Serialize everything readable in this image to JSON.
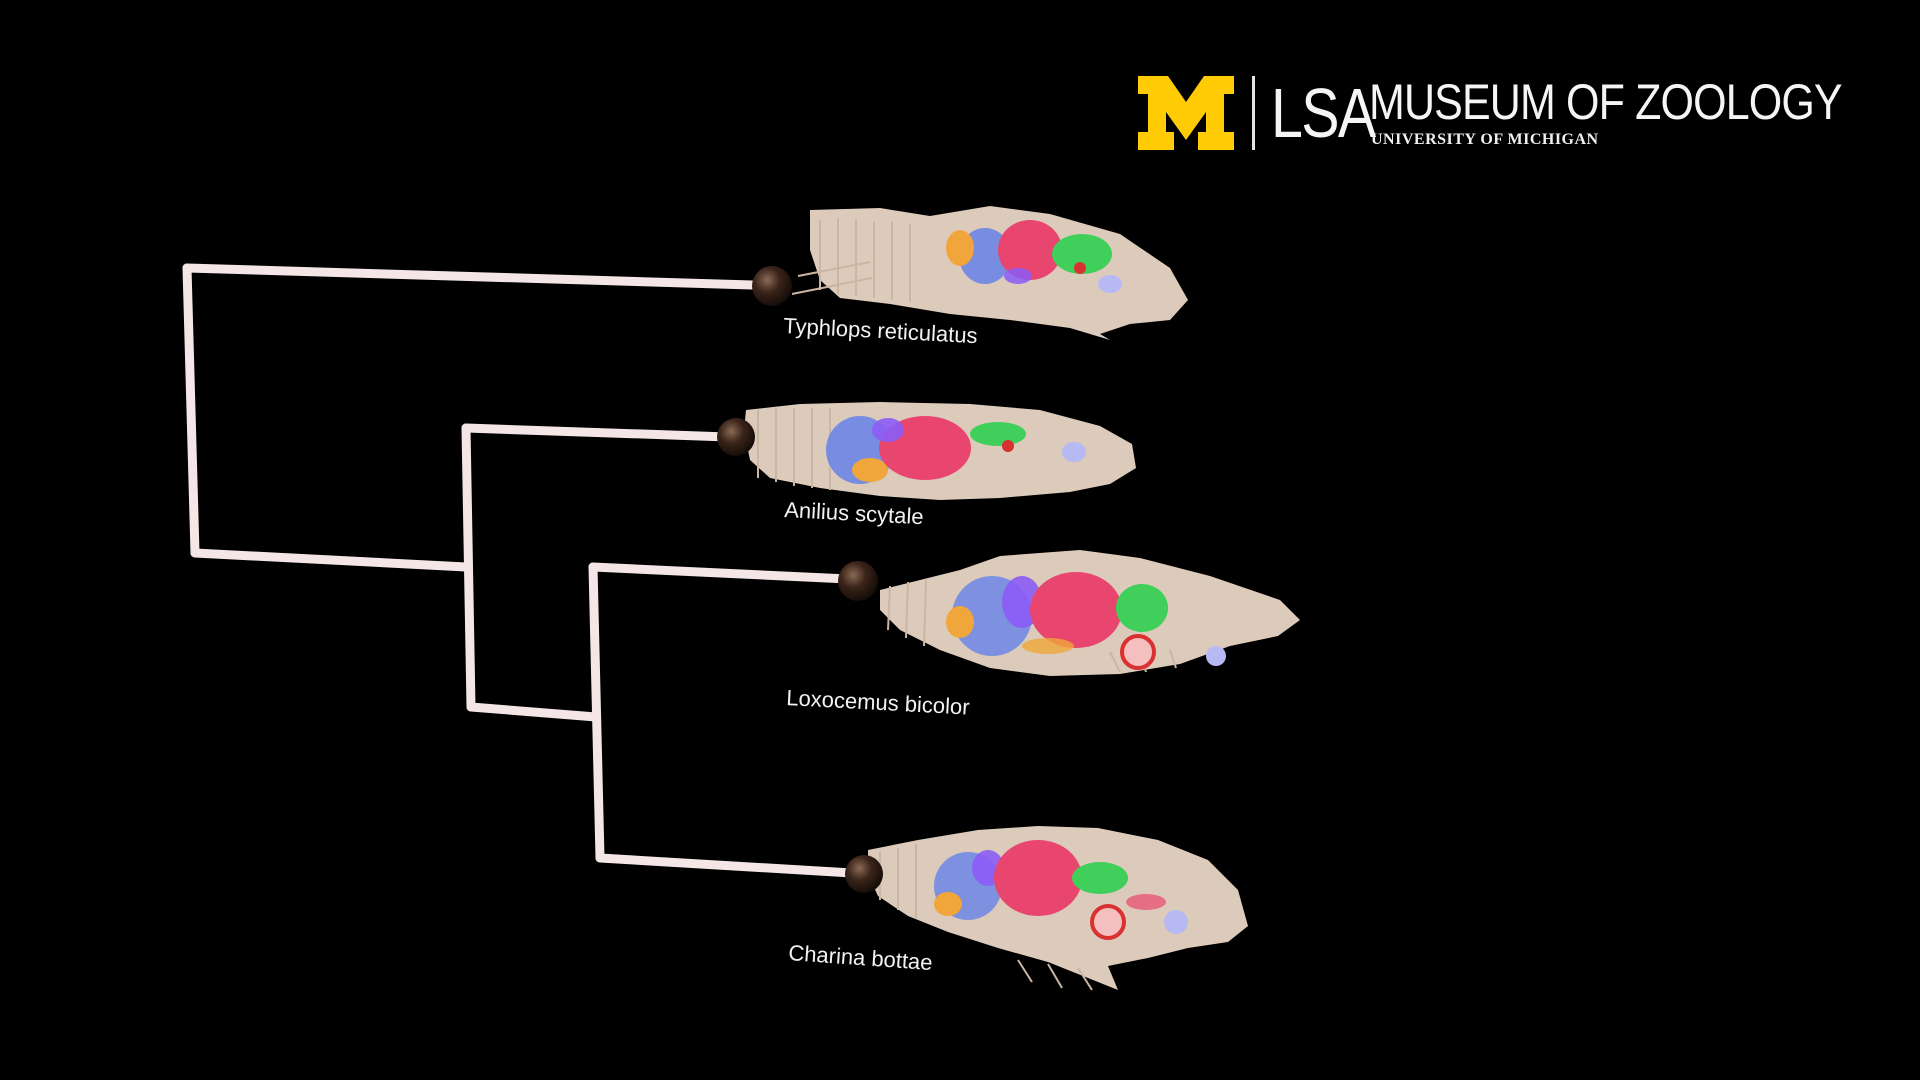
{
  "logo": {
    "block_m": "M",
    "lsa": "LSA",
    "museum": "MUSEUM OF ZOOLOGY",
    "university": "UNIVERSITY OF MICHIGAN",
    "maize_color": "#ffcb05"
  },
  "tree": {
    "branch_color": "#f4e6e6",
    "node_color": "#3a2419",
    "taxa": [
      {
        "name": "Typhlops reticulatus"
      },
      {
        "name": "Anilius scytale"
      },
      {
        "name": "Loxocemus bicolor"
      },
      {
        "name": "Charina bottae"
      }
    ],
    "structure": "(Typhlops reticulatus,(Anilius scytale,(Loxocemus bicolor,Charina bottae)))"
  },
  "specimen_colors": {
    "bone": "#efdccb",
    "heart": "#e8466e",
    "lung": "#6d86e6",
    "liver": "#3fcf5a",
    "fat": "#f0a63a",
    "kidney": "#b7b9f2",
    "accent": "#d93030"
  }
}
